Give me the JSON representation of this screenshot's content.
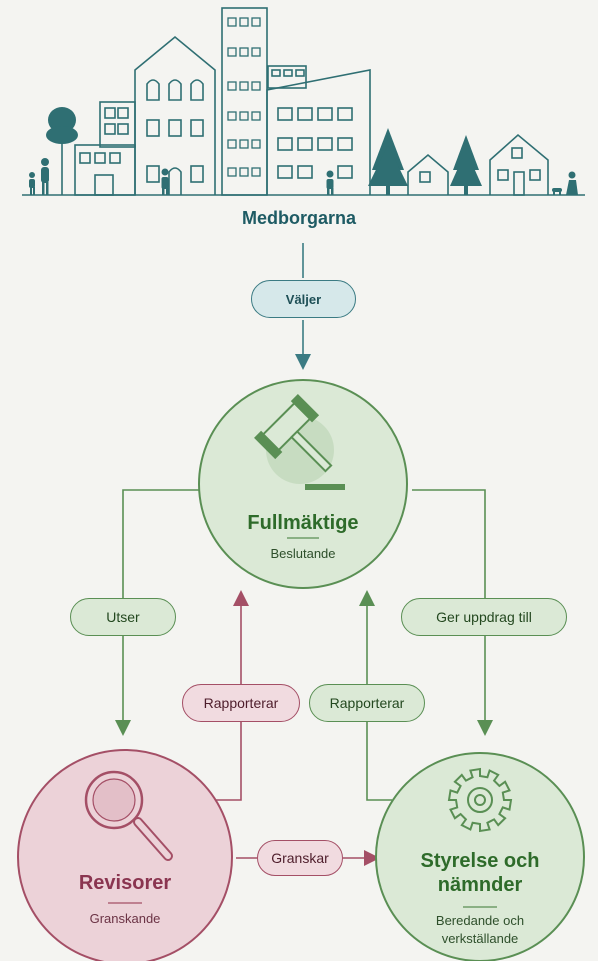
{
  "top_label": "Medborgarna",
  "arrow_labels": {
    "valjer": "Väljer",
    "utser": "Utser",
    "ger_uppdrag": "Ger uppdrag till",
    "rapporterar_left": "Rapporterar",
    "rapporterar_right": "Rapporterar",
    "granskar": "Granskar"
  },
  "nodes": {
    "fullmaktige": {
      "title": "Fullmäktige",
      "subtitle": "Beslutande"
    },
    "revisorer": {
      "title": "Revisorer",
      "subtitle": "Granskande"
    },
    "styrelse": {
      "title_line1": "Styrelse och",
      "title_line2": "nämnder",
      "subtitle_line1": "Beredande och",
      "subtitle_line2": "verkställande"
    }
  },
  "colors": {
    "teal": "#1e5b64",
    "green": "#5a8f54",
    "green_fill": "#dbe9d6",
    "red": "#a44f66",
    "red_fill": "#ecd2d8"
  }
}
